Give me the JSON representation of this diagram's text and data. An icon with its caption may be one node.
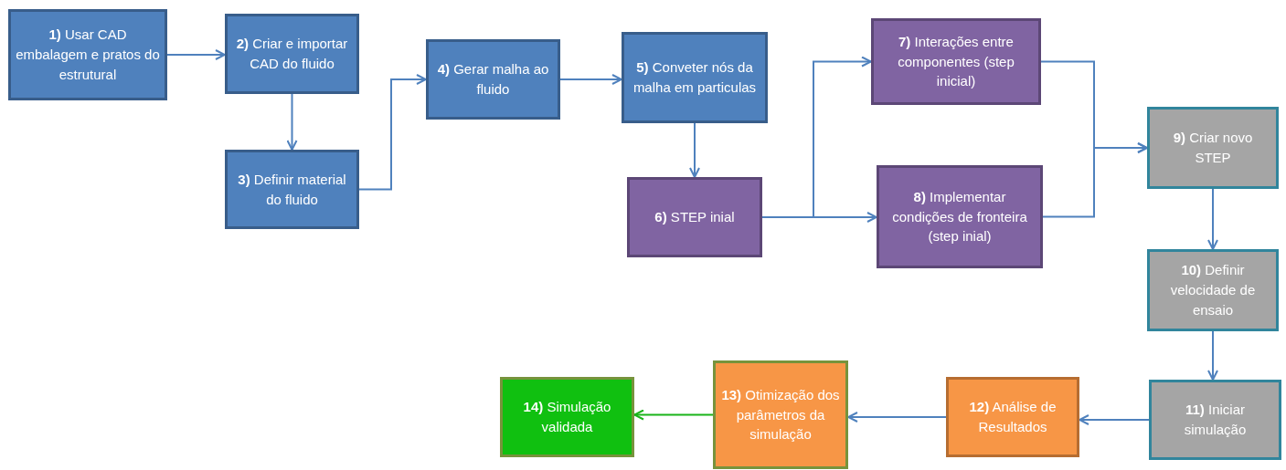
{
  "diagram": {
    "nodes": [
      {
        "text": [
          "**1)** Usar CAD embalagem e pratos do estrutural"
        ]
      },
      {
        "text": [
          "**2)** Criar e importar CAD do fluido"
        ]
      },
      {
        "text": [
          "**3)** Definir material do fluido"
        ]
      },
      {
        "text": [
          "**4)** Gerar malha ao fluido"
        ]
      },
      {
        "text": [
          "**5)** Conveter nós da malha em particulas"
        ]
      },
      {
        "text": [
          "**6)** STEP inial"
        ]
      },
      {
        "text": [
          "**7)** Interações entre componentes (step inicial)"
        ]
      },
      {
        "text": [
          "**8)** Implementar condições de fronteira (step inial)"
        ]
      },
      {
        "text": [
          "**9)** Criar novo STEP"
        ]
      },
      {
        "text": [
          "**10)** Definir velocidade de ensaio"
        ]
      },
      {
        "text": [
          "**11)** Iniciar simulação"
        ]
      },
      {
        "text": [
          "**12)** Análise de Resultados"
        ]
      },
      {
        "text": [
          "**13)** Otimização dos parâmetros da simulação"
        ]
      },
      {
        "text": [
          "**14)** Simulação validada"
        ]
      }
    ],
    "edges": [
      {
        "from": 0,
        "to": 1,
        "arrow": "to"
      },
      {
        "from": 1,
        "to": 2,
        "arrow": "to"
      },
      {
        "from": 2,
        "to": 3,
        "arrow": "to"
      },
      {
        "from": 3,
        "to": 4,
        "arrow": "to"
      },
      {
        "from": 4,
        "to": 5,
        "arrow": "to"
      },
      {
        "from": 5,
        "to": 6,
        "arrow": "to"
      },
      {
        "from": 5,
        "to": 7,
        "arrow": "to"
      },
      {
        "from": 6,
        "to": 8,
        "arrow": "to"
      },
      {
        "from": 7,
        "to": 8,
        "arrow": "to"
      },
      {
        "from": 8,
        "to": 9,
        "arrow": "to"
      },
      {
        "from": 9,
        "to": 10,
        "arrow": "to"
      },
      {
        "from": 10,
        "to": 11,
        "arrow": "to"
      },
      {
        "from": 11,
        "to": 12,
        "arrow": "to"
      },
      {
        "from": 12,
        "to": 13,
        "arrow": "to",
        "color": "#19b419"
      }
    ]
  }
}
